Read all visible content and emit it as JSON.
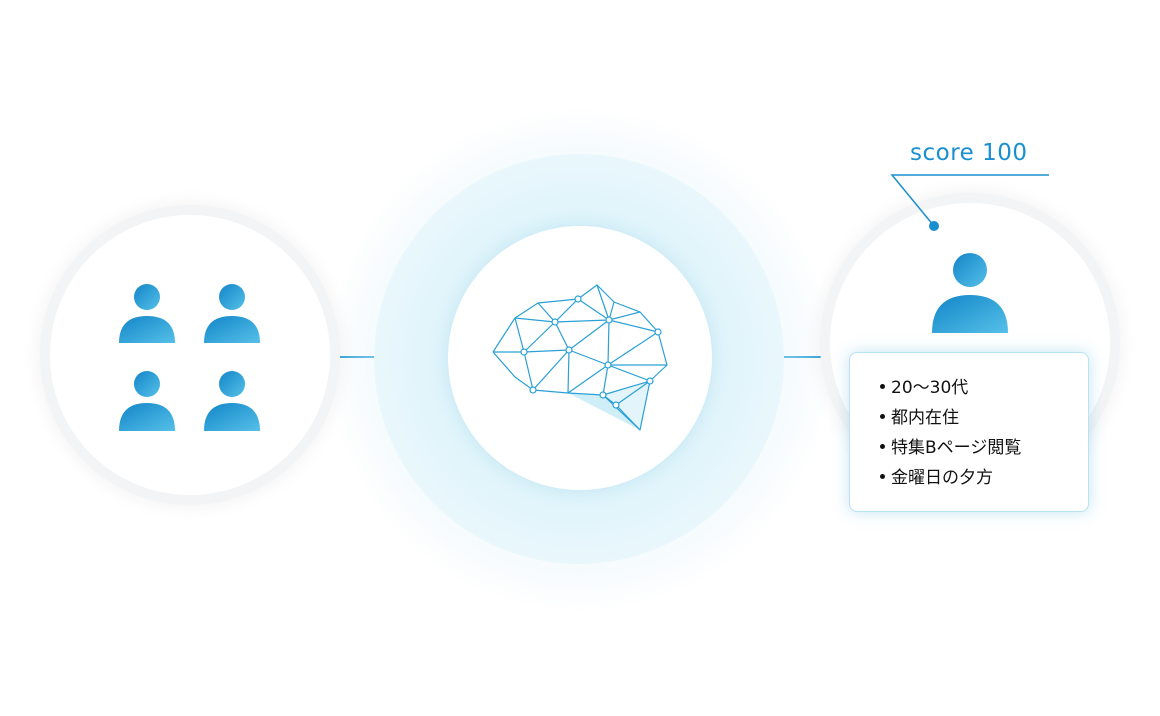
{
  "score": {
    "label": "score 100"
  },
  "attributes": {
    "items": [
      "20〜30代",
      "都内在住",
      "特集Bページ閲覧",
      "金曜日の夕方"
    ]
  },
  "colors": {
    "accent": "#1a8fcf",
    "accent_light": "#4fb8e6",
    "line": "#2aa0d6",
    "ring": "#e2f5fb",
    "card_border": "#b9e3f3"
  },
  "icons": {
    "users_group": "users-group-icon",
    "user": "user-icon",
    "brain": "brain-network-icon"
  }
}
